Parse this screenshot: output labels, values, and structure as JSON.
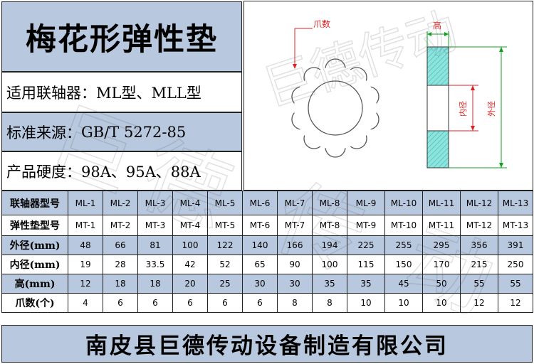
{
  "title": "梅花形弹性垫",
  "info": [
    {
      "label": "适用联轴器：",
      "value": "ML型、MLL型"
    },
    {
      "label": "标准来源：",
      "value": "GB/T 5272-85"
    },
    {
      "label": "产品硬度：",
      "value": "98A、95A、88A"
    }
  ],
  "diagram": {
    "claw_label": "爪数",
    "height_label": "高",
    "inner_label": "内径",
    "outer_label": "外径"
  },
  "table": {
    "row_headers": [
      "联轴器型号",
      "弹性垫型号",
      "外径(mm)",
      "内径(mm)",
      "高(mm)",
      "爪数(个)"
    ],
    "coupling_models": [
      "ML-1",
      "ML-2",
      "ML-3",
      "ML-4",
      "ML-5",
      "ML-6",
      "ML-7",
      "ML-8",
      "ML-9",
      "ML-10",
      "ML-11",
      "ML-12",
      "ML-13"
    ],
    "pad_models": [
      "MT-1",
      "MT-2",
      "MT-3",
      "MT-4",
      "MT-5",
      "MT-6",
      "MT-7",
      "MT-8",
      "MT-9",
      "MT-10",
      "MT-11",
      "MT-12",
      "MT-13"
    ],
    "outer_diameter": [
      "48",
      "66",
      "81",
      "100",
      "122",
      "140",
      "166",
      "194",
      "225",
      "255",
      "295",
      "356",
      "391"
    ],
    "inner_diameter": [
      "19",
      "28",
      "33.5",
      "42",
      "52",
      "65",
      "90",
      "100",
      "115",
      "150",
      "170",
      "215",
      "250"
    ],
    "height": [
      "12",
      "18",
      "18",
      "20",
      "25",
      "30",
      "30",
      "35",
      "35",
      "45",
      "50",
      "55",
      "55"
    ],
    "claws": [
      "4",
      "6",
      "6",
      "6",
      "6",
      "6",
      "8",
      "8",
      "10",
      "10",
      "10",
      "12",
      "12"
    ]
  },
  "footer": "南皮县巨德传动设备制造有限公司",
  "watermark": "巨德传动",
  "colors": {
    "header_blue": "#b8c8de",
    "dim_red": "#e02020",
    "dim_green": "#10a020",
    "hatch_cyan": "#5ed0cc"
  }
}
